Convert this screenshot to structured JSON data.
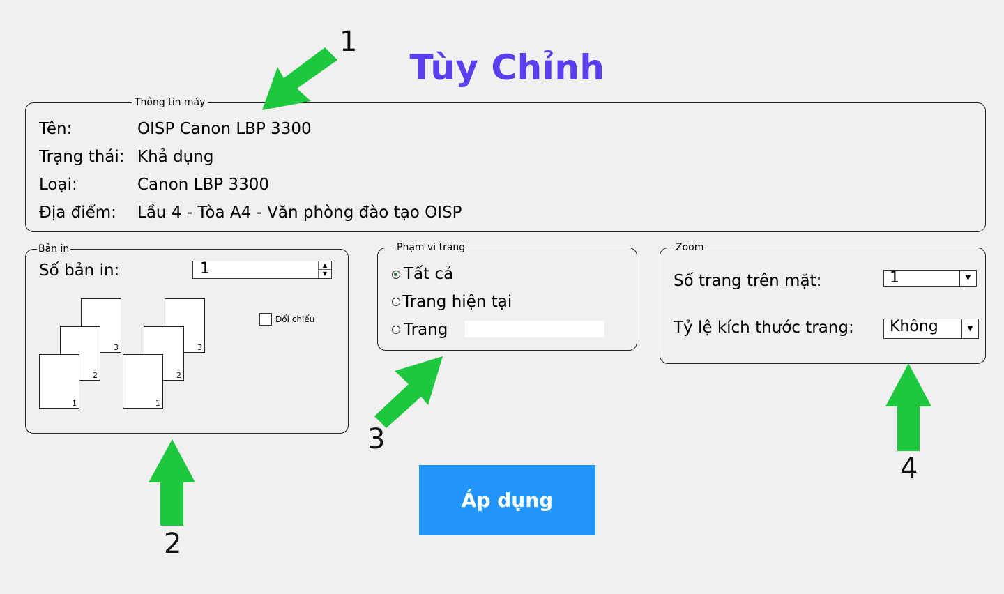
{
  "title": "Tùy Chỉnh",
  "printer_info": {
    "legend": "Thông tin máy",
    "rows": [
      {
        "label": "Tên:",
        "value": "OISP Canon LBP 3300"
      },
      {
        "label": "Trạng thái:",
        "value": "Khả dụng"
      },
      {
        "label": "Loại:",
        "value": "Canon LBP 3300"
      },
      {
        "label": "Địa điểm:",
        "value": "Lầu 4 - Tòa A4 - Văn phòng đào tạo OISP"
      }
    ]
  },
  "copies": {
    "legend": "Bản in",
    "label": "Số bản in:",
    "value": "1",
    "collate_label": "Đối chiếu",
    "collate_checked": false,
    "sheet_numbers": [
      "1",
      "2",
      "3"
    ]
  },
  "page_range": {
    "legend": "Phạm vi trang",
    "options": [
      "Tất cả",
      "Trang hiện tại",
      "Trang"
    ],
    "selected": "Tất cả",
    "pages_value": ""
  },
  "zoom": {
    "legend": "Zoom",
    "pages_per_sheet_label": "Số trang trên mặt:",
    "pages_per_sheet_value": "1",
    "scale_label": "Tỷ lệ kích thước trang:",
    "scale_value": "Không"
  },
  "apply_button": "Áp dụng",
  "annotations": [
    "1",
    "2",
    "3",
    "4"
  ],
  "colors": {
    "title": "#5b3fee",
    "button": "#2196f8",
    "arrow": "#1ec83e",
    "background": "#f1eff0"
  }
}
